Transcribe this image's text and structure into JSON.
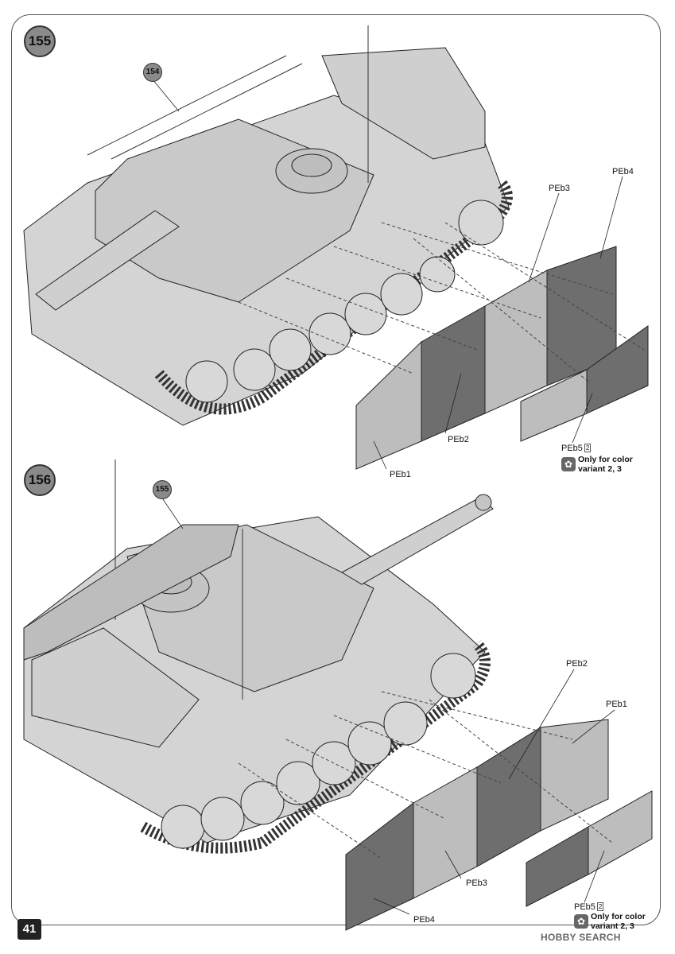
{
  "page_number": "41",
  "watermark": "HOBBY SEARCH",
  "steps": [
    {
      "number": "155",
      "ref_step": "154",
      "parts": {
        "peb1": "PEb1",
        "peb2": "PEb2",
        "peb3": "PEb3",
        "peb4": "PEb4",
        "peb5": "PEb5"
      },
      "qty": "2",
      "note_line1": "Only for color",
      "note_line2": "variant 2, 3"
    },
    {
      "number": "156",
      "ref_step": "155",
      "parts": {
        "peb1": "PEb1",
        "peb2": "PEb2",
        "peb3": "PEb3",
        "peb4": "PEb4",
        "peb5": "PEb5"
      },
      "qty": "2",
      "note_line1": "Only for color",
      "note_line2": "variant 2, 3"
    }
  ],
  "colors": {
    "hull": "#d4d4d4",
    "plate_light": "#bdbdbd",
    "plate_dark": "#6e6e6e",
    "badge": "#8a8a8a"
  }
}
